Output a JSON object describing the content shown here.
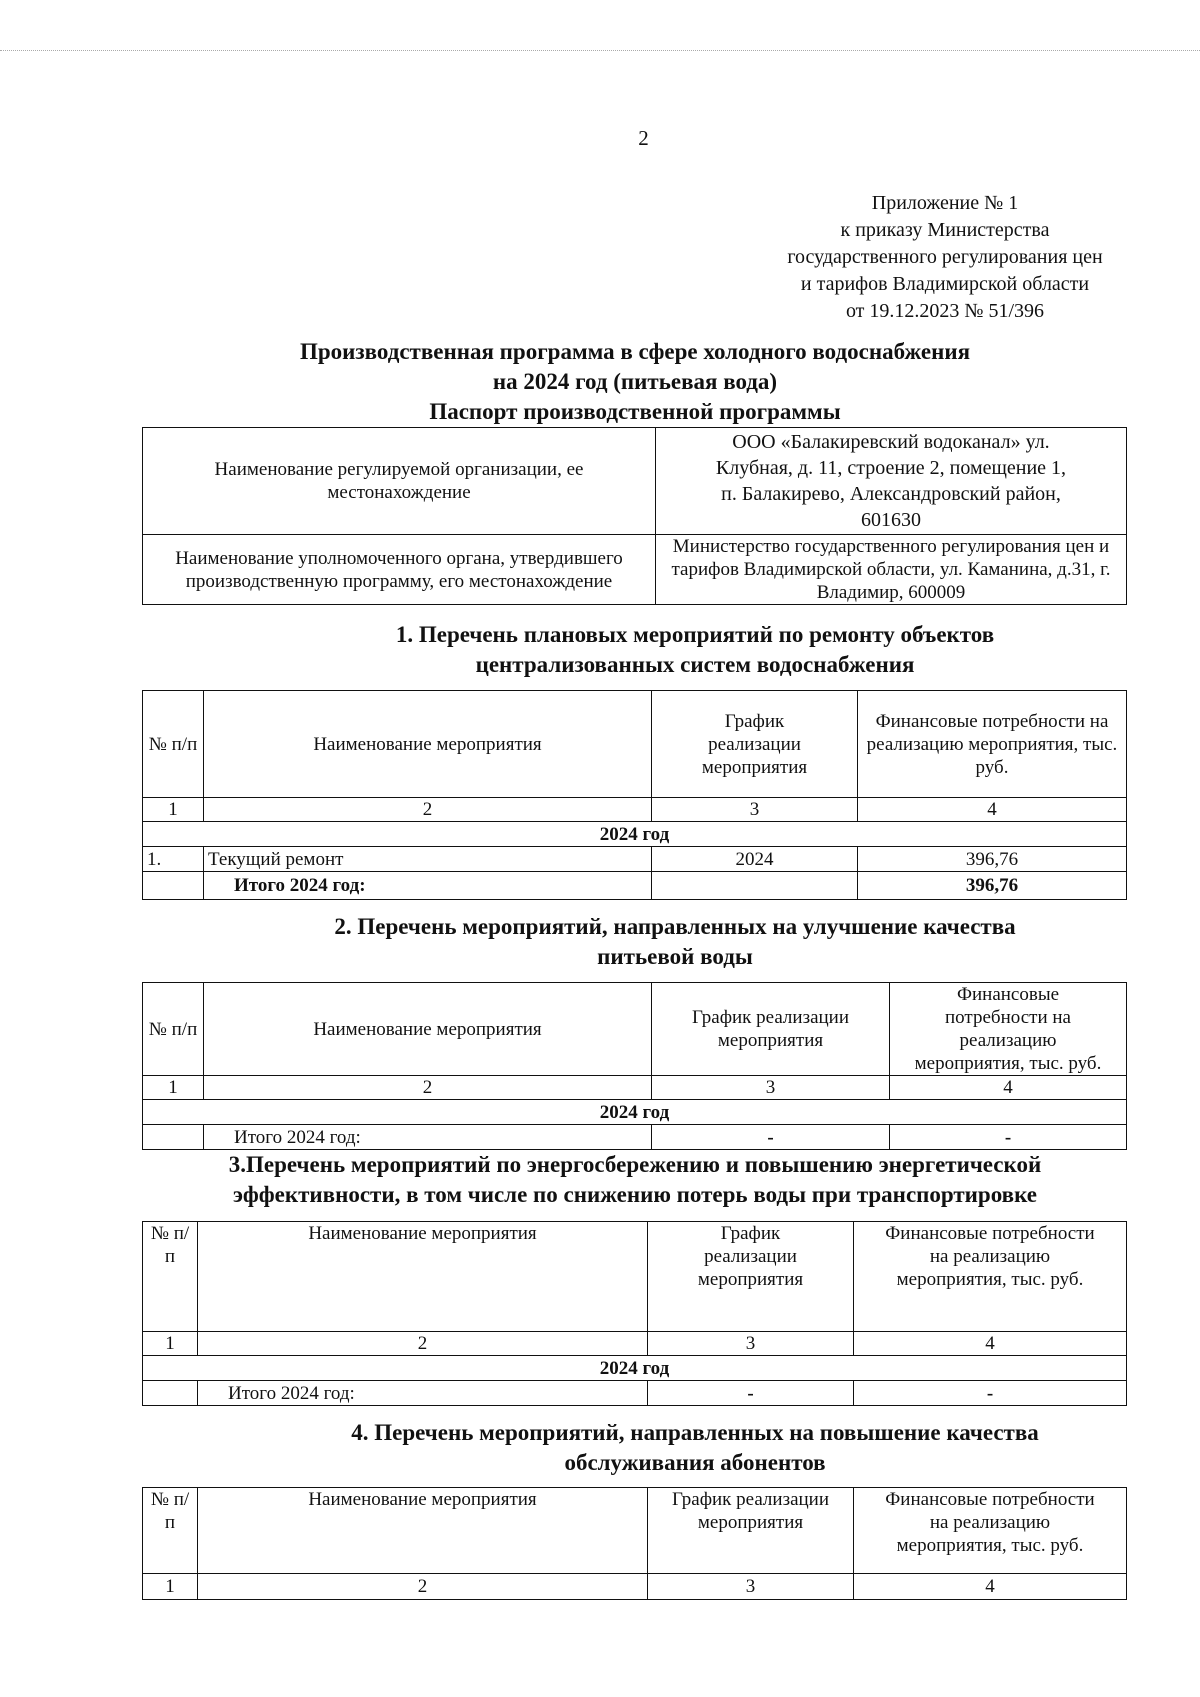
{
  "page_number": "2",
  "appendix": [
    "Приложение № 1",
    "к приказу Министерства",
    "государственного регулирования цен",
    "и тарифов Владимирской области",
    "от 19.12.2023 № 51/396"
  ],
  "title": [
    "Производственная программа в сфере холодного водоснабжения",
    "на 2024  год (питьевая вода)",
    "Паспорт производственной программы"
  ],
  "passport": [
    {
      "label": "Наименование регулируемой организации, ее местонахождение",
      "value": "ООО «Балакиревский водоканал» ул. Клубная, д. 11, строение 2, помещение 1, п. Балакирево, Александровский район, 601630"
    },
    {
      "label": "Наименование уполномоченного органа, утвердившего производственную программу, его местонахождение",
      "value": "Министерство государственного регулирования цен и тарифов Владимирской области, ул. Каманина, д.31, г. Владимир, 600009"
    }
  ],
  "columns": {
    "num": "№ п/п",
    "name": "Наименование мероприятия",
    "schedule": "График реализации мероприятия",
    "finance": "Финансовые потребности на реализацию мероприятия, тыс. руб.",
    "idx": [
      "1",
      "2",
      "3",
      "4"
    ]
  },
  "year_label": "2024 год",
  "total_label": "Итого 2024 год:",
  "dash": "-",
  "section1": {
    "heading": [
      "1.  Перечень плановых мероприятий по ремонту объектов",
      "централизованных систем водоснабжения"
    ],
    "row": {
      "num": "1.",
      "name": "Текущий ремонт",
      "schedule": "2024",
      "finance": "396,76"
    },
    "total": "396,76"
  },
  "section2": {
    "heading": [
      "2. Перечень мероприятий, направленных на улучшение качества",
      "питьевой воды"
    ]
  },
  "section3": {
    "heading": [
      "3.Перечень мероприятий по энергосбережению и повышению энергетической",
      "эффективности, в том числе по снижению потерь воды при транспортировке"
    ]
  },
  "section4": {
    "heading": [
      "4.  Перечень мероприятий, направленных на повышение качества",
      "обслуживания абонентов"
    ]
  }
}
